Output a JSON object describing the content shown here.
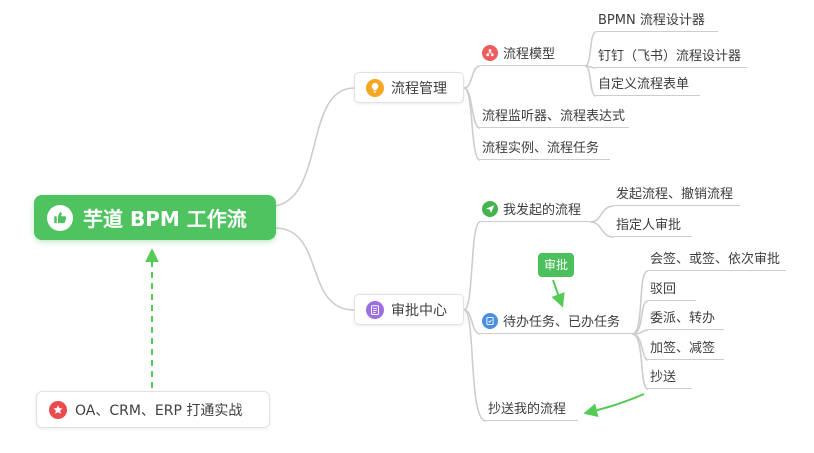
{
  "mindmap": {
    "root": {
      "label": "芋道 BPM 工作流",
      "icon": "thumbs-up-icon",
      "color": "#4ec35f"
    },
    "process_management": {
      "label": "流程管理",
      "icon": "lightbulb-icon",
      "icon_color": "#f5a623",
      "children": {
        "process_model": {
          "label": "流程模型",
          "icon": "model-icon",
          "icon_color": "#ee5d5d",
          "children": {
            "bpmn_designer": {
              "label": "BPMN 流程设计器"
            },
            "dingtalk_feishu_designer": {
              "label": "钉钉（飞书）流程设计器"
            },
            "custom_form": {
              "label": "自定义流程表单"
            }
          }
        },
        "listener_expression": {
          "label": "流程监听器、流程表达式"
        },
        "instance_task": {
          "label": "流程实例、流程任务"
        }
      }
    },
    "approval_center": {
      "label": "审批中心",
      "icon": "clipboard-icon",
      "icon_color": "#9d6fe0",
      "children": {
        "my_initiated": {
          "label": "我发起的流程",
          "icon": "send-icon",
          "icon_color": "#47b34e",
          "children": {
            "initiate_cancel": {
              "label": "发起流程、撤销流程"
            },
            "assignee_approval": {
              "label": "指定人审批"
            }
          }
        },
        "todo_done": {
          "label": "待办任务、已办任务",
          "icon": "tasks-icon",
          "icon_color": "#4a8fe2",
          "children": {
            "countersign_or_sequential": {
              "label": "会签、或签、依次审批"
            },
            "reject": {
              "label": "驳回"
            },
            "delegate_transfer": {
              "label": "委派、转办"
            },
            "add_reduce_sign": {
              "label": "加签、减签"
            },
            "carbon_copy": {
              "label": "抄送"
            }
          }
        },
        "cc_my_process": {
          "label": "抄送我的流程"
        }
      }
    },
    "approval_badge": {
      "label": "审批",
      "color": "#4cc05c"
    },
    "practice_note": {
      "label": "OA、CRM、ERP 打通实战",
      "icon": "star-icon",
      "icon_color": "#e84c4c"
    }
  },
  "colors": {
    "connector": "#cdcdcd",
    "arrow_green": "#55cb55",
    "root_bg": "#4ec35f",
    "background": "#ffffff"
  }
}
